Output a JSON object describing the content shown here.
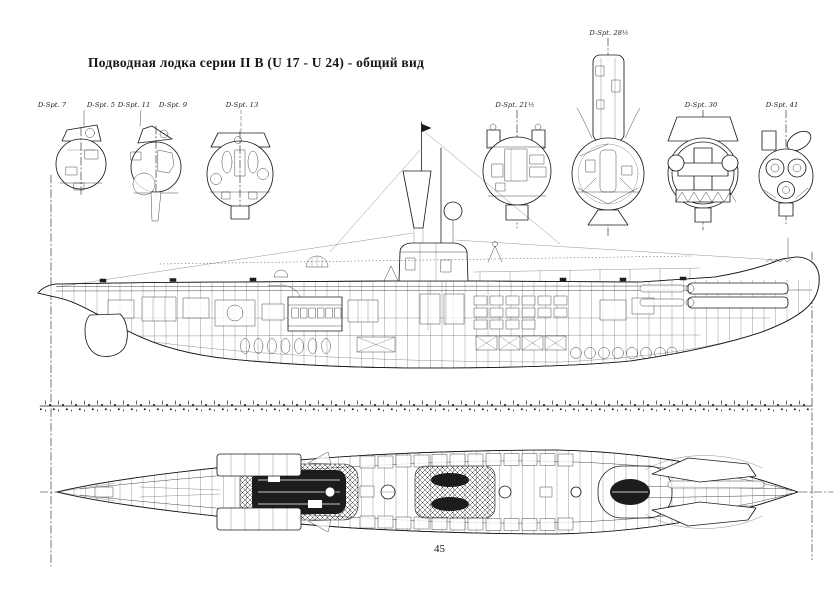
{
  "page": {
    "title": "Подводная лодка серии II B (U 17 - U 24) - общий вид",
    "page_number": "45",
    "ink_color": "#1c1c1c",
    "paper_color": "#ffffff"
  },
  "cross_section_labels": {
    "left": [
      "D-Spt. 7",
      "D-Spt. 5",
      "D-Spt. 11",
      "D-Spt. 9",
      "D-Spt. 13"
    ],
    "right": [
      "D-Spt. 21½",
      "D-Spt. 28½",
      "D-Spt. 30",
      "D-Spt. 41"
    ]
  }
}
